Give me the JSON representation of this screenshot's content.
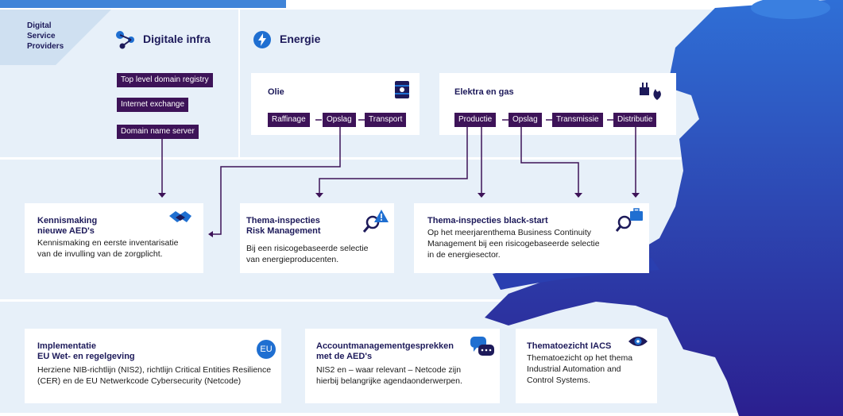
{
  "corner_label": [
    "Digital",
    "Service",
    "Providers"
  ],
  "digital_infra": {
    "title": "Digitale infra",
    "items": [
      "Top level domain registry",
      "Internet exchange",
      "Domain name server"
    ]
  },
  "energie": {
    "title": "Energie",
    "olie": {
      "title": "Olie",
      "steps": [
        "Raffinage",
        "Opslag",
        "Transport"
      ]
    },
    "elektra": {
      "title": "Elektra en gas",
      "steps": [
        "Productie",
        "Opslag",
        "Transmissie",
        "Distributie"
      ]
    }
  },
  "cards_mid": [
    {
      "title": [
        "Kennismaking",
        "nieuwe AED's"
      ],
      "desc": [
        "Kennismaking en eerste inventarisatie",
        "van de invulling van de zorgplicht."
      ],
      "icon": "handshake-icon"
    },
    {
      "title": [
        "Thema-inspecties",
        "Risk Management"
      ],
      "desc": [
        "Bij een risicogebaseerde selectie",
        "van energieproducenten."
      ],
      "icon": "search-warning-icon"
    },
    {
      "title": [
        "Thema-inspecties black-start"
      ],
      "desc": [
        "Op het meerjarenthema Business Continuity",
        "Management bij een risicogebaseerde selectie",
        "in de energiesector."
      ],
      "icon": "search-briefcase-icon"
    }
  ],
  "cards_bottom": [
    {
      "title": [
        "Implementatie",
        "EU Wet- en regelgeving"
      ],
      "desc": [
        "Herziene NIB-richtlijn (NIS2), richtlijn Critical Entities Resilience",
        "(CER) en de EU Netwerkcode Cybersecurity (Netcode)"
      ],
      "icon": "eu-icon",
      "badge": "EU"
    },
    {
      "title": [
        "Accountmanagementgesprekken",
        "met de AED's"
      ],
      "desc": [
        "NIS2 en – waar relevant – Netcode zijn",
        "hierbij belangrijke agendaonderwerpen."
      ],
      "icon": "chat-icon"
    },
    {
      "title": [
        "Thematoezicht IACS"
      ],
      "desc": [
        "Thematoezicht op het thema",
        "Industrial Automation and",
        "Control Systems."
      ],
      "icon": "eye-icon"
    }
  ],
  "colors": {
    "band": "#e7f0f9",
    "chip": "#3d1358",
    "accent": "#1f6fd1",
    "map": "#2a3fb0",
    "title": "#1d1a5a"
  }
}
